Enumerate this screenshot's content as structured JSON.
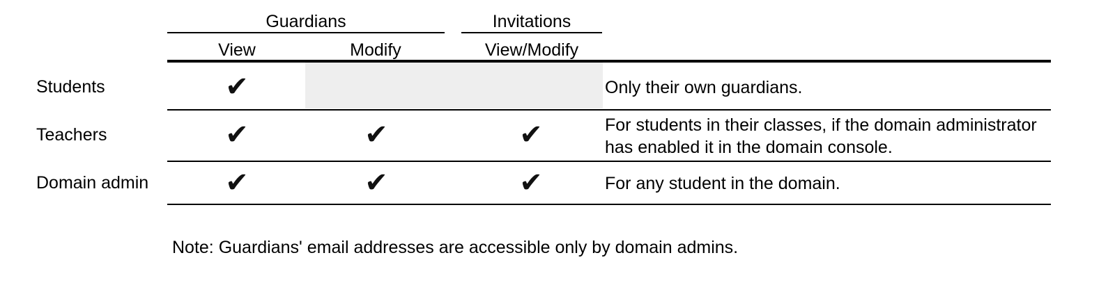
{
  "table": {
    "column_groups": [
      {
        "label": "Guardians",
        "span": 2
      },
      {
        "label": "Invitations",
        "span": 1
      }
    ],
    "columns": [
      {
        "key": "role",
        "label": ""
      },
      {
        "key": "view",
        "label": "View"
      },
      {
        "key": "modify",
        "label": "Modify"
      },
      {
        "key": "viewmod",
        "label": "View/Modify"
      },
      {
        "key": "notes",
        "label": ""
      }
    ],
    "rows": [
      {
        "role": "Students",
        "view": "✔",
        "modify": "",
        "viewmod": "",
        "modify_state": "not-applicable",
        "viewmod_state": "not-applicable",
        "notes_line1": "Only their own guardians.",
        "notes_line2": ""
      },
      {
        "role": "Teachers",
        "view": "✔",
        "modify": "✔",
        "viewmod": "✔",
        "modify_state": "allowed",
        "viewmod_state": "allowed",
        "notes_line1": "For students in their classes, if the domain administrator",
        "notes_line2": "has enabled it in the domain console."
      },
      {
        "role": "Domain admin",
        "view": "✔",
        "modify": "✔",
        "viewmod": "✔",
        "modify_state": "allowed",
        "viewmod_state": "allowed",
        "notes_line1": "For any student in the domain.",
        "notes_line2": ""
      }
    ]
  },
  "footnote": "Note: Guardians' email addresses are accessible only by domain admins.",
  "colors": {
    "text": "#000000",
    "rule": "#000000",
    "shade": "#eeeeee",
    "background": "#ffffff",
    "check": "#111111"
  },
  "icons": {
    "check": "check-mark-icon"
  }
}
